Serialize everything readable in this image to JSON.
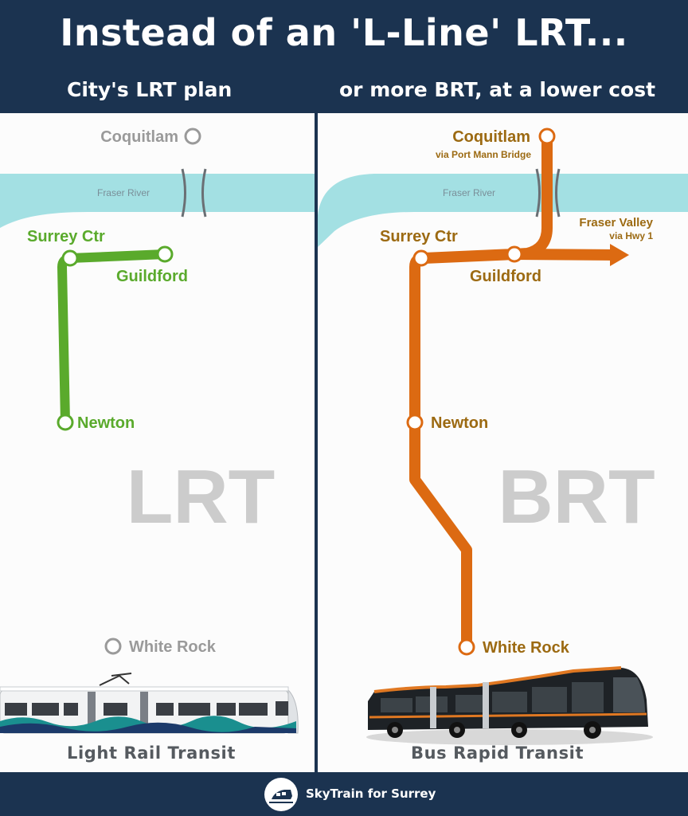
{
  "header": {
    "title": "Instead of an 'L-Line' LRT...",
    "left_subtitle": "City's LRT plan",
    "right_subtitle": "or more BRT, at a lower cost"
  },
  "left_panel": {
    "stations": {
      "coquitlam": "Coquitlam",
      "surrey_ctr": "Surrey Ctr",
      "guildford": "Guildford",
      "newton": "Newton",
      "white_rock": "White Rock"
    },
    "river": "Fraser River",
    "big_label": "LRT",
    "caption": "Light Rail Transit",
    "line_color": "#5aaa2c",
    "inactive_color": "#9a9a9a"
  },
  "right_panel": {
    "stations": {
      "coquitlam": "Coquitlam",
      "coquitlam_note": "via Port Mann Bridge",
      "surrey_ctr": "Surrey Ctr",
      "guildford": "Guildford",
      "newton": "Newton",
      "white_rock": "White Rock",
      "fraser_valley": "Fraser Valley",
      "fraser_valley_note": "via Hwy 1"
    },
    "river": "Fraser River",
    "big_label": "BRT",
    "caption": "Bus Rapid Transit",
    "line_color": "#dc6a12",
    "label_color": "#9c6a12"
  },
  "footer": {
    "brand": "SkyTrain for Surrey",
    "logo_icon": "skytrain-logo-icon"
  },
  "colors": {
    "header_bg": "#1b3350",
    "river": "#a3e0e3",
    "big_label": "#cccccc"
  }
}
